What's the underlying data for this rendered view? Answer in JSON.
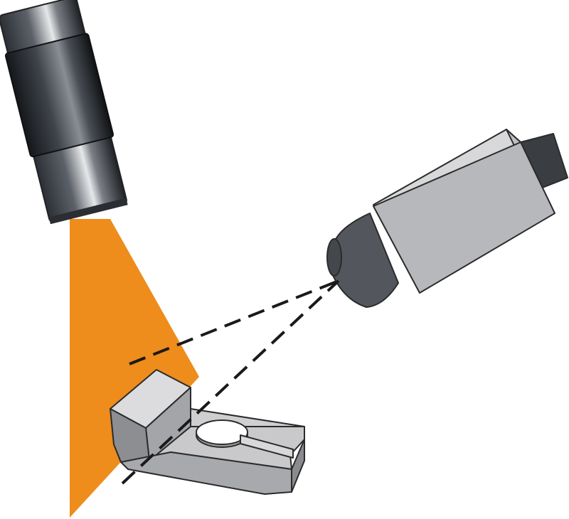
{
  "scene": {
    "background": "#ffffff",
    "illumination_color": "#ee8c1c",
    "sightline_color": "#1a1a1a",
    "components": [
      {
        "id": "light",
        "icon": "cylindrical-light-source-icon"
      },
      {
        "id": "beam",
        "icon": "light-beam-icon"
      },
      {
        "id": "camera",
        "icon": "camera-icon"
      },
      {
        "id": "sightlines",
        "icon": "camera-field-of-view-icon"
      },
      {
        "id": "part",
        "icon": "slotted-metal-part-icon"
      }
    ]
  }
}
